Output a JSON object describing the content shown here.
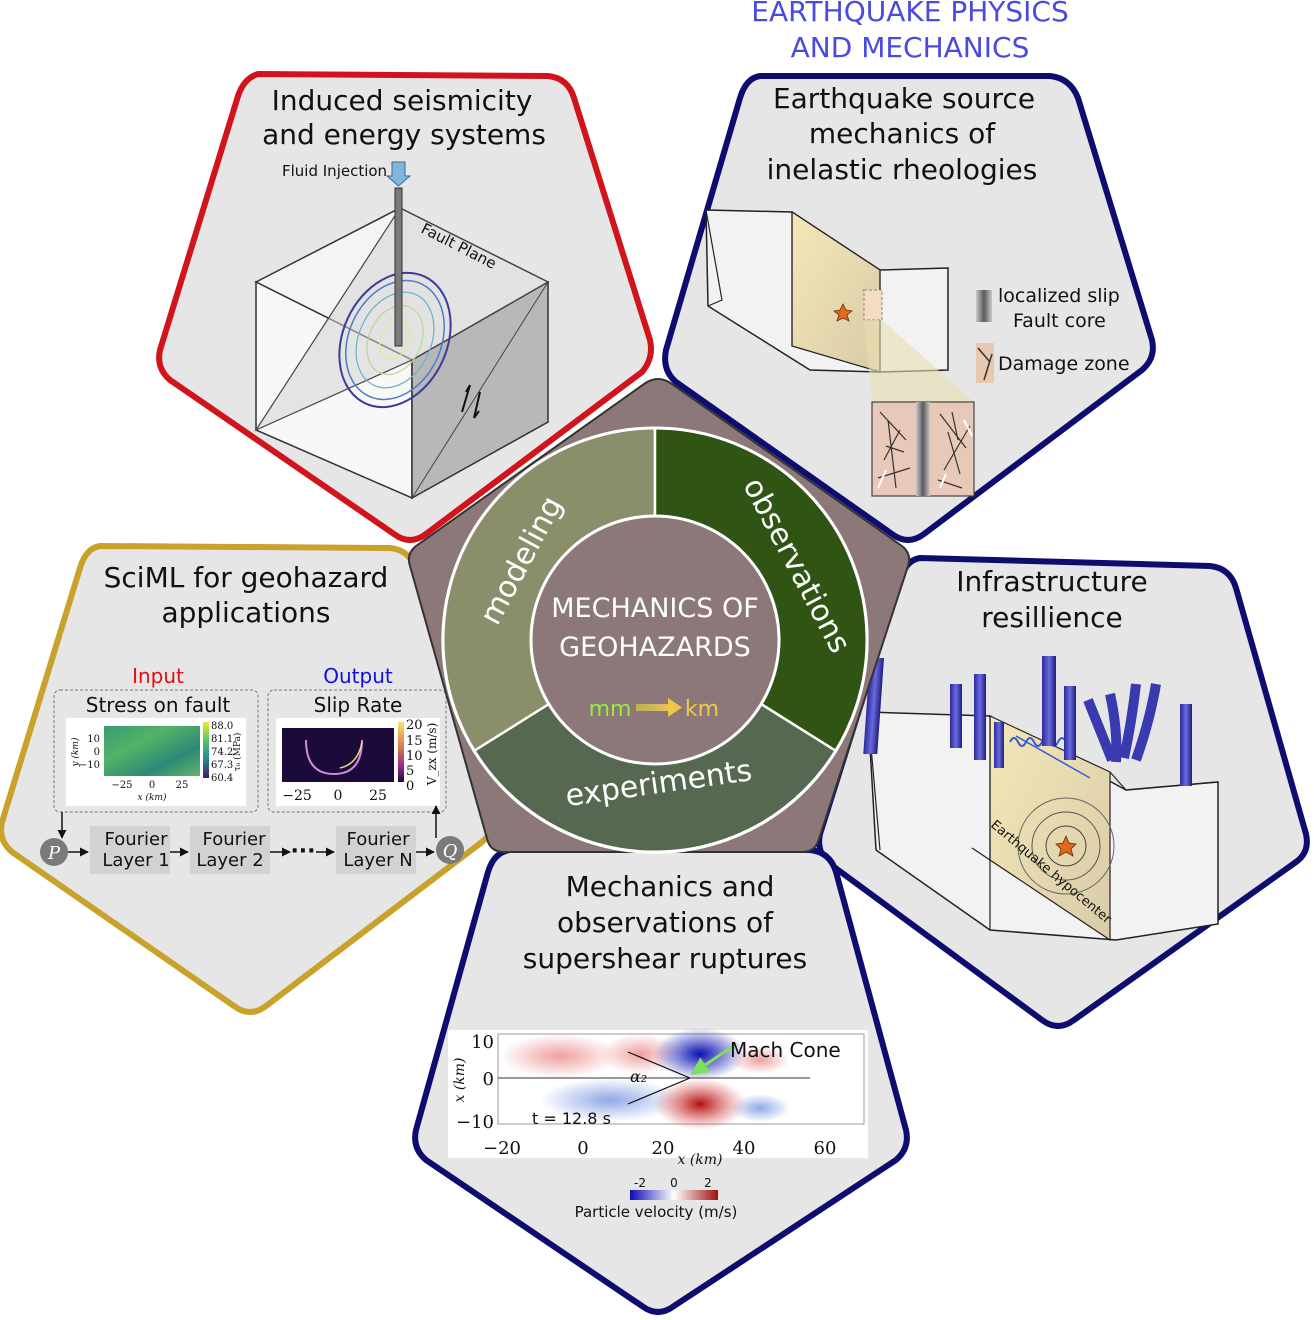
{
  "header": {
    "line1": "EARTHQUAKE PHYSICS",
    "line2": "AND MECHANICS",
    "color": "#4a4ae0"
  },
  "center": {
    "title_line1": "MECHANICS OF",
    "title_line2": "GEOHAZARDS",
    "scale_from": "mm",
    "scale_to": "km",
    "ring": [
      "modeling",
      "observations",
      "experiments"
    ],
    "colors": {
      "pentagon": "#8c7878",
      "modeling": "#8a8e6a",
      "observations": "#2f5414",
      "experiments": "#56684f"
    }
  },
  "induced": {
    "title_line1": "Induced seismicity",
    "title_line2": "and energy systems",
    "fluid_label": "Fluid Injection",
    "fault_label": "Fault Plane",
    "border_color": "#d1141c"
  },
  "source": {
    "title_line1": "Earthquake source",
    "title_line2": "mechanics of",
    "title_line3": "inelastic rheologies",
    "legend_slip_line1": "localized slip",
    "legend_slip_line2": "Fault core",
    "legend_damage": "Damage zone",
    "border_color": "#0d0d70"
  },
  "sciml": {
    "title_line1": "SciML for geohazard",
    "title_line2": "applications",
    "input_label": "Input",
    "output_label": "Output",
    "input_box": "Stress on fault",
    "output_box": "Slip Rate",
    "input_ticks_y": [
      "10",
      "0",
      "−10"
    ],
    "input_ticks_x": [
      "−25",
      "0",
      "25"
    ],
    "input_axis_x": "x (km)",
    "input_axis_y": "y (km)",
    "input_cbar": [
      "88.0",
      "81.1",
      "74.2",
      "67.3",
      "60.4"
    ],
    "input_cbar_label": "τ₀ (MPa)",
    "output_ticks_x": [
      "−25",
      "0",
      "25"
    ],
    "output_cbar": [
      "20",
      "15",
      "10",
      "5",
      "0"
    ],
    "output_cbar_label": "V_zx (m/s)",
    "p_label": "P",
    "q_label": "Q",
    "layers": [
      {
        "line1": "Fourier",
        "line2": "Layer 1"
      },
      {
        "line1": "Fourier",
        "line2": "Layer 2"
      },
      {
        "line1": "Fourier",
        "line2": "Layer N"
      }
    ],
    "dots": "···",
    "border_color": "#c8a22a",
    "input_color": "#e01010",
    "output_color": "#1010e0"
  },
  "infra": {
    "title_line1": "Infrastructure",
    "title_line2": "resillience",
    "hypocenter_label": "Earthquake hypocenter",
    "border_color": "#0d0d70"
  },
  "supershear": {
    "title_line1": "Mechanics and",
    "title_line2": "observations of",
    "title_line3": "supershear ruptures",
    "mach_label": "Mach Cone",
    "time_label": "t = 12.8 s",
    "alpha_label": "α₂",
    "y_ticks": [
      "10",
      "0",
      "−10"
    ],
    "x_ticks": [
      "−20",
      "0",
      "20",
      "40",
      "60"
    ],
    "axis_x": "x (km)",
    "axis_y": "x (km)",
    "cbar_ticks": [
      "-2",
      "0",
      "2"
    ],
    "cbar_label": "Particle velocity (m/s)",
    "border_color": "#0d0d70"
  }
}
